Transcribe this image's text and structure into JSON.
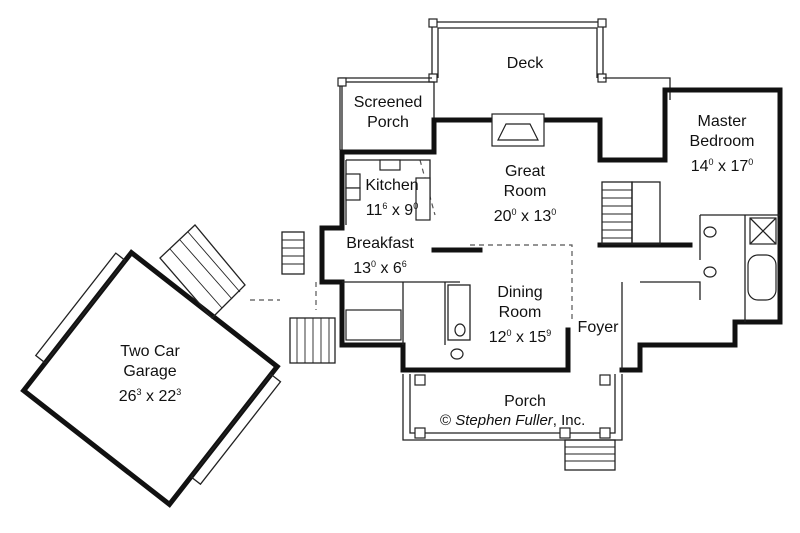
{
  "rooms": {
    "deck": {
      "name": "Deck"
    },
    "screened_porch": {
      "line1": "Screened",
      "line2": "Porch"
    },
    "master_bedroom": {
      "line1": "Master",
      "line2": "Bedroom",
      "dim_a": "14",
      "dim_a_sup": "0",
      "dim_sep": " x ",
      "dim_b": "17",
      "dim_b_sup": "0"
    },
    "kitchen": {
      "name": "Kitchen",
      "dim_a": "11",
      "dim_a_sup": "6",
      "dim_sep": " x ",
      "dim_b": "9",
      "dim_b_sup": "0"
    },
    "great_room": {
      "line1": "Great",
      "line2": "Room",
      "dim_a": "20",
      "dim_a_sup": "0",
      "dim_sep": " x ",
      "dim_b": "13",
      "dim_b_sup": "0"
    },
    "breakfast": {
      "name": "Breakfast",
      "dim_a": "13",
      "dim_a_sup": "0",
      "dim_sep": " x ",
      "dim_b": "6",
      "dim_b_sup": "6"
    },
    "dining_room": {
      "line1": "Dining",
      "line2": "Room",
      "dim_a": "12",
      "dim_a_sup": "0",
      "dim_sep": " x ",
      "dim_b": "15",
      "dim_b_sup": "9"
    },
    "foyer": {
      "name": "Foyer"
    },
    "porch": {
      "name": "Porch"
    },
    "garage": {
      "line1": "Two Car",
      "line2": "Garage",
      "dim_a": "26",
      "dim_a_sup": "3",
      "dim_sep": " x ",
      "dim_b": "22",
      "dim_b_sup": "3"
    }
  },
  "copyright": {
    "symbol": "©",
    "author": "Stephen Fuller",
    "suffix": ", Inc."
  }
}
